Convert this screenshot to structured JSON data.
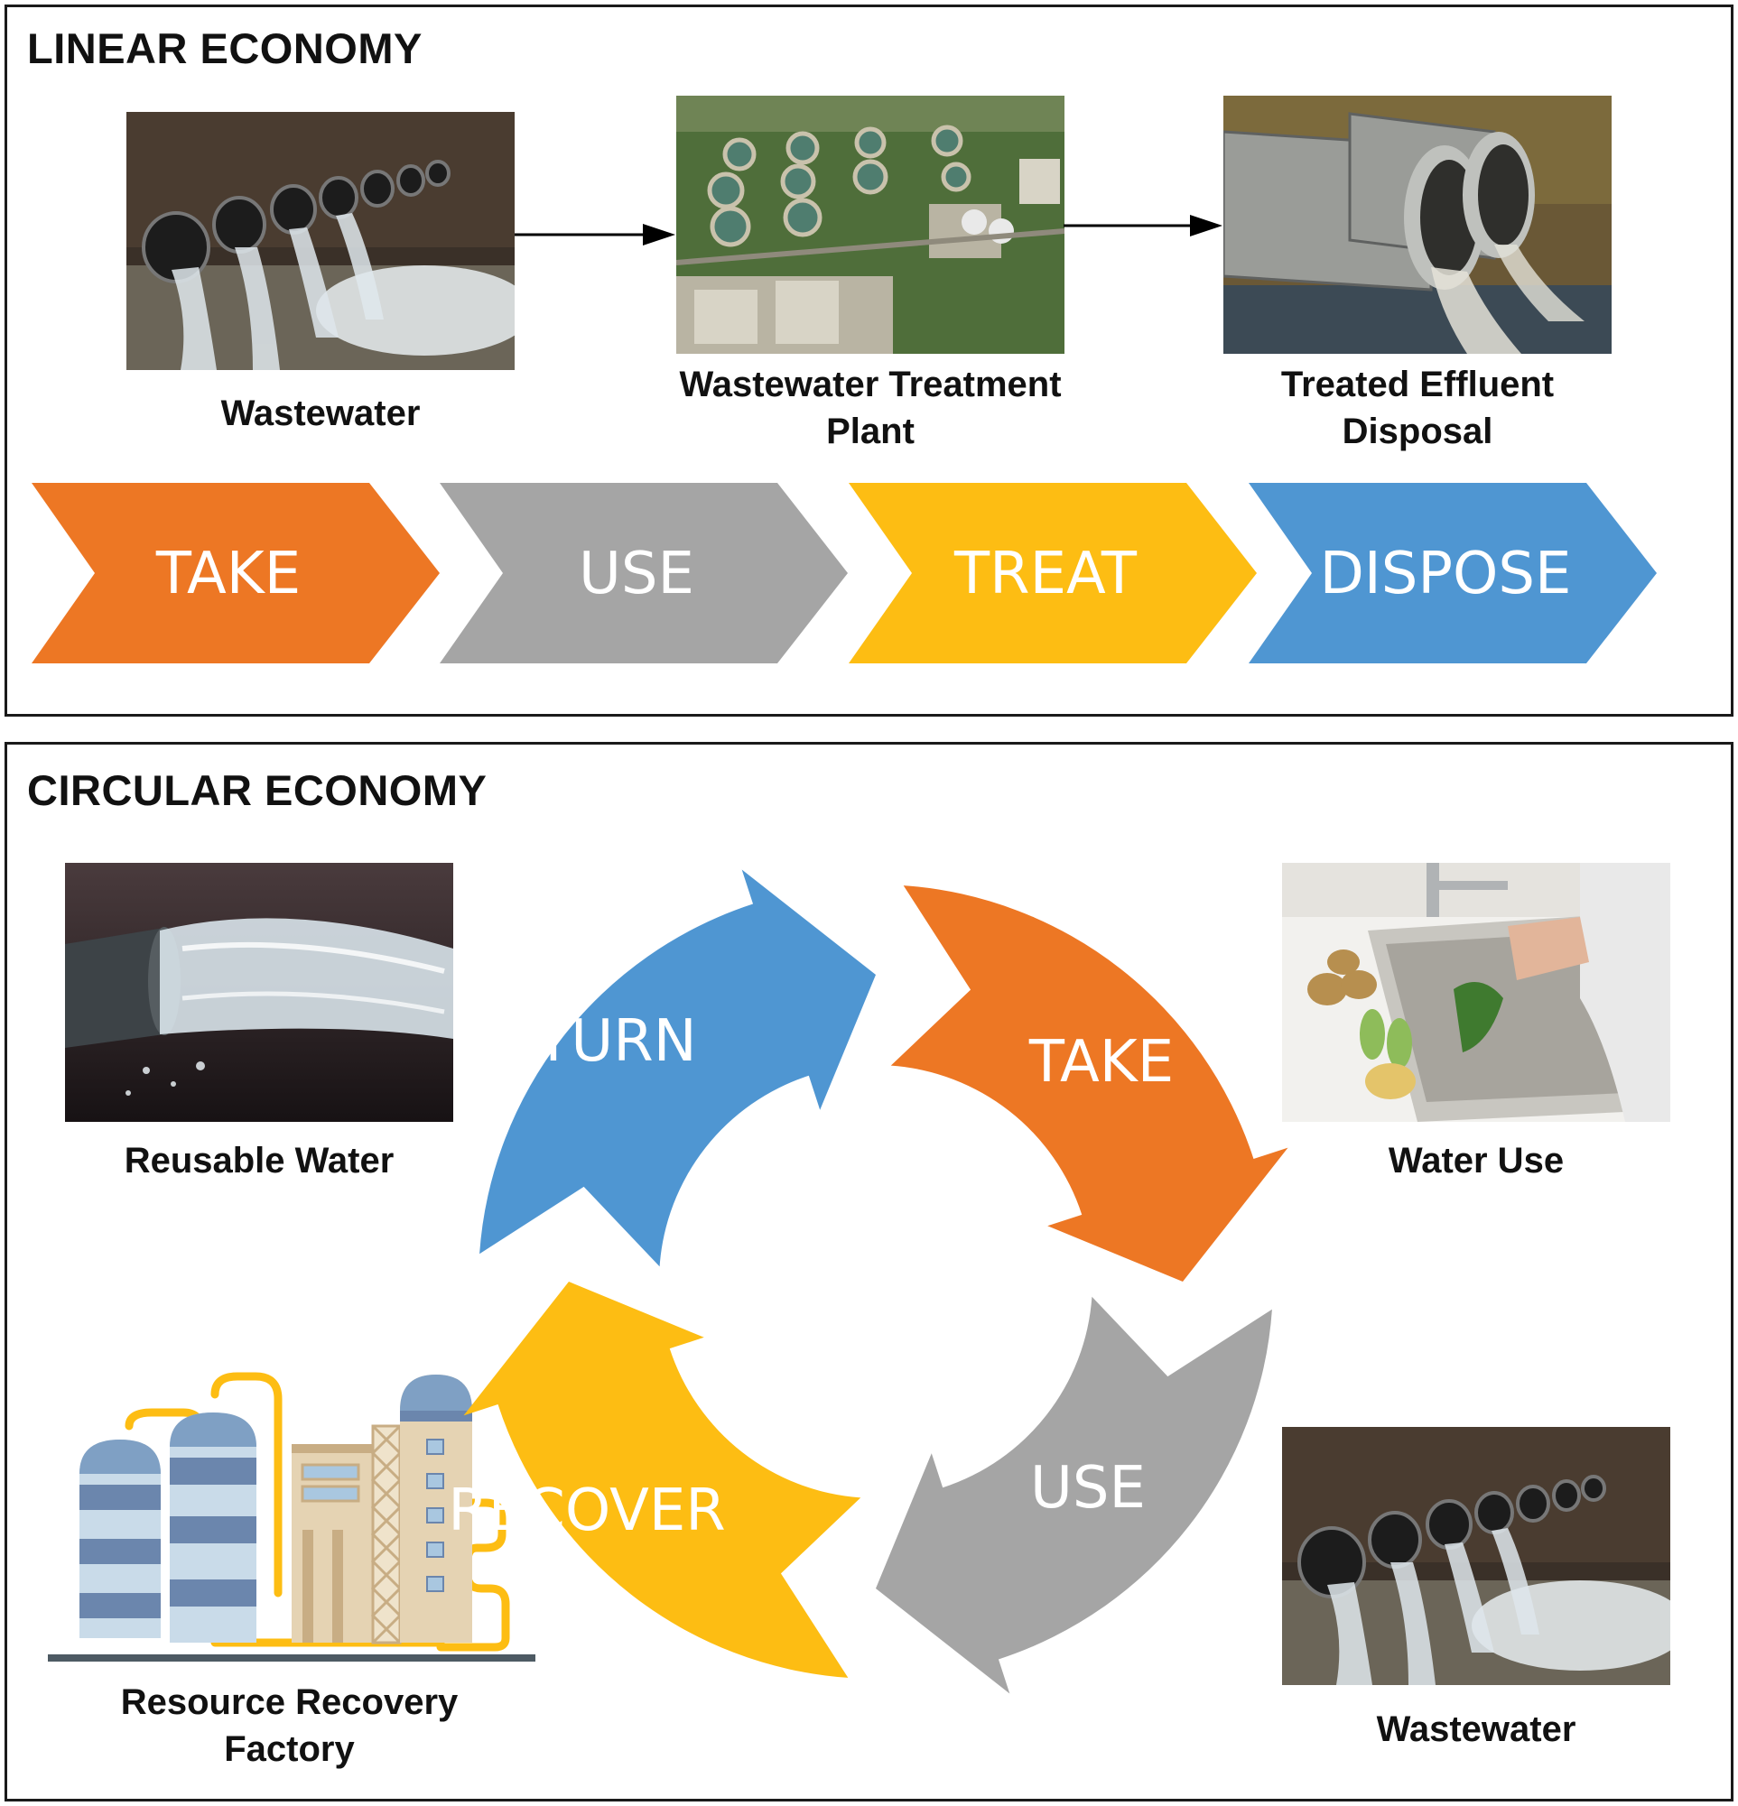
{
  "linear": {
    "title": "LINEAR ECONOMY",
    "steps": [
      {
        "caption_lines": [
          "Wastewater"
        ]
      },
      {
        "caption_lines": [
          "Wastewater Treatment",
          "Plant"
        ]
      },
      {
        "caption_lines": [
          "Treated Effluent",
          "Disposal"
        ]
      }
    ],
    "chevrons": [
      {
        "label": "TAKE",
        "color": "#ED7724"
      },
      {
        "label": "USE",
        "color": "#A5A5A5"
      },
      {
        "label": "TREAT",
        "color": "#FDBD13"
      },
      {
        "label": "DISPOSE",
        "color": "#4F96D2"
      }
    ]
  },
  "circular": {
    "title": "CIRCULAR ECONOMY",
    "cycle": [
      {
        "label": "RETURN",
        "color": "#4F96D2"
      },
      {
        "label": "TAKE",
        "color": "#ED7724"
      },
      {
        "label": "USE",
        "color": "#A5A5A5"
      },
      {
        "label": "RECOVER",
        "color": "#FDBD13"
      }
    ],
    "captions": {
      "reusable_water": [
        "Reusable Water"
      ],
      "water_use": [
        "Water Use"
      ],
      "wastewater": [
        "Wastewater"
      ],
      "factory": [
        "Resource Recovery",
        "Factory"
      ]
    }
  }
}
